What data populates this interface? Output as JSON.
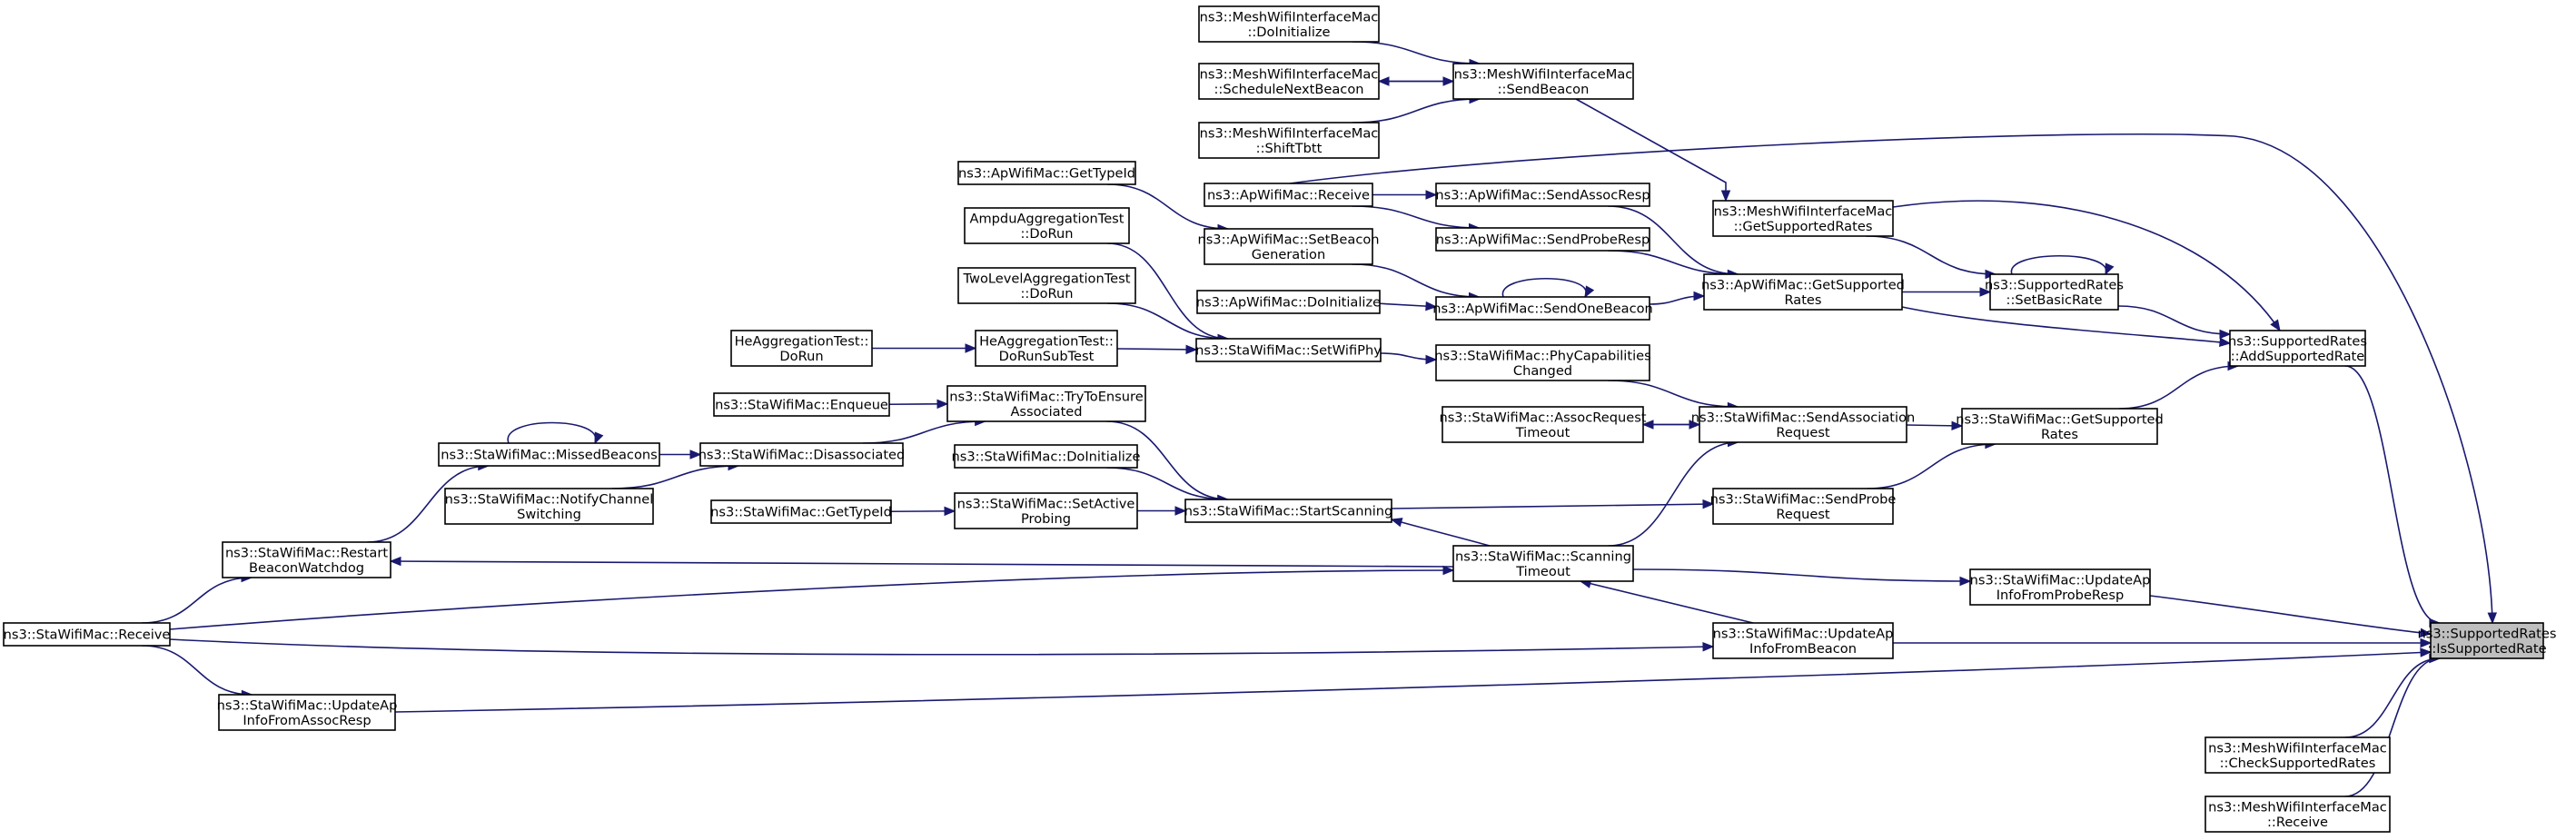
{
  "nodes": {
    "supported_rates_is_supported": [
      "ns3::SupportedRates",
      "::IsSupportedRate"
    ],
    "mesh_do_initialize": [
      "ns3::MeshWifiInterfaceMac",
      "::DoInitialize"
    ],
    "mesh_schedule_next_beacon": [
      "ns3::MeshWifiInterfaceMac",
      "::ScheduleNextBeacon"
    ],
    "mesh_shift_tbtt": [
      "ns3::MeshWifiInterfaceMac",
      "::ShiftTbtt"
    ],
    "mesh_send_beacon": [
      "ns3::MeshWifiInterfaceMac",
      "::SendBeacon"
    ],
    "ap_get_type_id": [
      "ns3::ApWifiMac::GetTypeId"
    ],
    "ap_receive": [
      "ns3::ApWifiMac::Receive"
    ],
    "ap_send_assoc_resp": [
      "ns3::ApWifiMac::SendAssocResp"
    ],
    "ap_send_probe_resp": [
      "ns3::ApWifiMac::SendProbeResp"
    ],
    "mesh_get_supported_rates": [
      "ns3::MeshWifiInterfaceMac",
      "::GetSupportedRates"
    ],
    "ampdu_test": [
      "AmpduAggregationTest",
      "::DoRun"
    ],
    "ap_set_beacon_generation": [
      "ns3::ApWifiMac::SetBeacon",
      "Generation"
    ],
    "two_level_test": [
      "TwoLevelAggregationTest",
      "::DoRun"
    ],
    "ap_do_initialize": [
      "ns3::ApWifiMac::DoInitialize"
    ],
    "ap_send_one_beacon": [
      "ns3::ApWifiMac::SendOneBeacon"
    ],
    "ap_get_supported_rates": [
      "ns3::ApWifiMac::GetSupported",
      "Rates"
    ],
    "sr_set_basic_rate": [
      "ns3::SupportedRates",
      "::SetBasicRate"
    ],
    "sr_add_supported_rate": [
      "ns3::SupportedRates",
      "::AddSupportedRate"
    ],
    "he_test_do_run": [
      "HeAggregationTest::",
      "DoRun"
    ],
    "he_test_do_run_sub": [
      "HeAggregationTest::",
      "DoRunSubTest"
    ],
    "sta_set_wifi_phy": [
      "ns3::StaWifiMac::SetWifiPhy"
    ],
    "sta_phy_capabilities_changed": [
      "ns3::StaWifiMac::PhyCapabilities",
      "Changed"
    ],
    "sta_enqueue": [
      "ns3::StaWifiMac::Enqueue"
    ],
    "sta_try_to_ensure_associated": [
      "ns3::StaWifiMac::TryToEnsure",
      "Associated"
    ],
    "sta_missed_beacons": [
      "ns3::StaWifiMac::MissedBeacons"
    ],
    "sta_disassociated": [
      "ns3::StaWifiMac::Disassociated"
    ],
    "sta_assoc_request_timeout": [
      "ns3::StaWifiMac::AssocRequest",
      "Timeout"
    ],
    "sta_send_association_request": [
      "ns3::StaWifiMac::SendAssociation",
      "Request"
    ],
    "sta_get_supported_rates": [
      "ns3::StaWifiMac::GetSupported",
      "Rates"
    ],
    "sta_notify_channel_switching": [
      "ns3::StaWifiMac::NotifyChannel",
      "Switching"
    ],
    "sta_do_initialize": [
      "ns3::StaWifiMac::DoInitialize"
    ],
    "sta_get_type_id": [
      "ns3::StaWifiMac::GetTypeId"
    ],
    "sta_set_active_probing": [
      "ns3::StaWifiMac::SetActive",
      "Probing"
    ],
    "sta_start_scanning": [
      "ns3::StaWifiMac::StartScanning"
    ],
    "sta_send_probe_request": [
      "ns3::StaWifiMac::SendProbe",
      "Request"
    ],
    "sta_restart_beacon_watchdog": [
      "ns3::StaWifiMac::Restart",
      "BeaconWatchdog"
    ],
    "sta_scanning_timeout": [
      "ns3::StaWifiMac::Scanning",
      "Timeout"
    ],
    "sta_update_ap_info_from_probe_resp": [
      "ns3::StaWifiMac::UpdateAp",
      "InfoFromProbeResp"
    ],
    "sta_receive": [
      "ns3::StaWifiMac::Receive"
    ],
    "sta_update_ap_info_from_beacon": [
      "ns3::StaWifiMac::UpdateAp",
      "InfoFromBeacon"
    ],
    "sta_update_ap_info_from_assoc_resp": [
      "ns3::StaWifiMac::UpdateAp",
      "InfoFromAssocResp"
    ],
    "mesh_check_supported_rates": [
      "ns3::MeshWifiInterfaceMac",
      "::CheckSupportedRates"
    ],
    "mesh_receive": [
      "ns3::MeshWifiInterfaceMac",
      "::Receive"
    ]
  },
  "edges": [
    [
      "mesh_do_initialize",
      "mesh_send_beacon"
    ],
    [
      "mesh_schedule_next_beacon",
      "mesh_send_beacon"
    ],
    [
      "mesh_send_beacon",
      "mesh_schedule_next_beacon"
    ],
    [
      "mesh_shift_tbtt",
      "mesh_send_beacon"
    ],
    [
      "mesh_send_beacon",
      "mesh_get_supported_rates"
    ],
    [
      "ap_get_type_id",
      "ap_set_beacon_generation"
    ],
    [
      "ap_receive",
      "ap_send_assoc_resp"
    ],
    [
      "ap_receive",
      "ap_send_probe_resp"
    ],
    [
      "ap_receive",
      "supported_rates_is_supported"
    ],
    [
      "ap_send_assoc_resp",
      "ap_get_supported_rates"
    ],
    [
      "ap_send_probe_resp",
      "ap_get_supported_rates"
    ],
    [
      "ap_set_beacon_generation",
      "ap_send_one_beacon"
    ],
    [
      "ap_do_initialize",
      "ap_send_one_beacon"
    ],
    [
      "ap_send_one_beacon",
      "ap_send_one_beacon"
    ],
    [
      "ap_send_one_beacon",
      "ap_get_supported_rates"
    ],
    [
      "ap_get_supported_rates",
      "sr_set_basic_rate"
    ],
    [
      "ap_get_supported_rates",
      "sr_add_supported_rate"
    ],
    [
      "mesh_get_supported_rates",
      "sr_set_basic_rate"
    ],
    [
      "mesh_get_supported_rates",
      "sr_add_supported_rate"
    ],
    [
      "sr_set_basic_rate",
      "sr_set_basic_rate"
    ],
    [
      "sr_set_basic_rate",
      "sr_add_supported_rate"
    ],
    [
      "sr_add_supported_rate",
      "supported_rates_is_supported"
    ],
    [
      "ampdu_test",
      "sta_set_wifi_phy"
    ],
    [
      "two_level_test",
      "sta_set_wifi_phy"
    ],
    [
      "he_test_do_run",
      "he_test_do_run_sub"
    ],
    [
      "he_test_do_run_sub",
      "sta_set_wifi_phy"
    ],
    [
      "sta_set_wifi_phy",
      "sta_phy_capabilities_changed"
    ],
    [
      "sta_phy_capabilities_changed",
      "sta_send_association_request"
    ],
    [
      "sta_enqueue",
      "sta_try_to_ensure_associated"
    ],
    [
      "sta_missed_beacons",
      "sta_missed_beacons"
    ],
    [
      "sta_missed_beacons",
      "sta_disassociated"
    ],
    [
      "sta_notify_channel_switching",
      "sta_disassociated"
    ],
    [
      "sta_disassociated",
      "sta_try_to_ensure_associated"
    ],
    [
      "sta_try_to_ensure_associated",
      "sta_start_scanning"
    ],
    [
      "sta_do_initialize",
      "sta_start_scanning"
    ],
    [
      "sta_get_type_id",
      "sta_set_active_probing"
    ],
    [
      "sta_set_active_probing",
      "sta_start_scanning"
    ],
    [
      "sta_start_scanning",
      "sta_send_probe_request"
    ],
    [
      "sta_scanning_timeout",
      "sta_start_scanning"
    ],
    [
      "sta_send_probe_request",
      "sta_get_supported_rates"
    ],
    [
      "sta_send_association_request",
      "sta_assoc_request_timeout"
    ],
    [
      "sta_assoc_request_timeout",
      "sta_send_association_request"
    ],
    [
      "sta_send_association_request",
      "sta_get_supported_rates"
    ],
    [
      "sta_get_supported_rates",
      "sr_add_supported_rate"
    ],
    [
      "sta_scanning_timeout",
      "sta_send_association_request"
    ],
    [
      "sta_scanning_timeout",
      "sta_restart_beacon_watchdog"
    ],
    [
      "sta_scanning_timeout",
      "sta_update_ap_info_from_probe_resp"
    ],
    [
      "sta_restart_beacon_watchdog",
      "sta_missed_beacons"
    ],
    [
      "sta_receive",
      "sta_restart_beacon_watchdog"
    ],
    [
      "sta_receive",
      "sta_scanning_timeout"
    ],
    [
      "sta_receive",
      "sta_update_ap_info_from_beacon"
    ],
    [
      "sta_receive",
      "sta_update_ap_info_from_assoc_resp"
    ],
    [
      "sta_update_ap_info_from_beacon",
      "sta_scanning_timeout"
    ],
    [
      "sta_update_ap_info_from_probe_resp",
      "supported_rates_is_supported"
    ],
    [
      "sta_update_ap_info_from_beacon",
      "supported_rates_is_supported"
    ],
    [
      "sta_update_ap_info_from_assoc_resp",
      "supported_rates_is_supported"
    ],
    [
      "mesh_check_supported_rates",
      "supported_rates_is_supported"
    ],
    [
      "mesh_receive",
      "supported_rates_is_supported"
    ]
  ],
  "colors": {
    "edge": "#191970",
    "node_fill": "#ffffff",
    "focus_fill": "#bfbfbf",
    "node_border": "#000000"
  }
}
